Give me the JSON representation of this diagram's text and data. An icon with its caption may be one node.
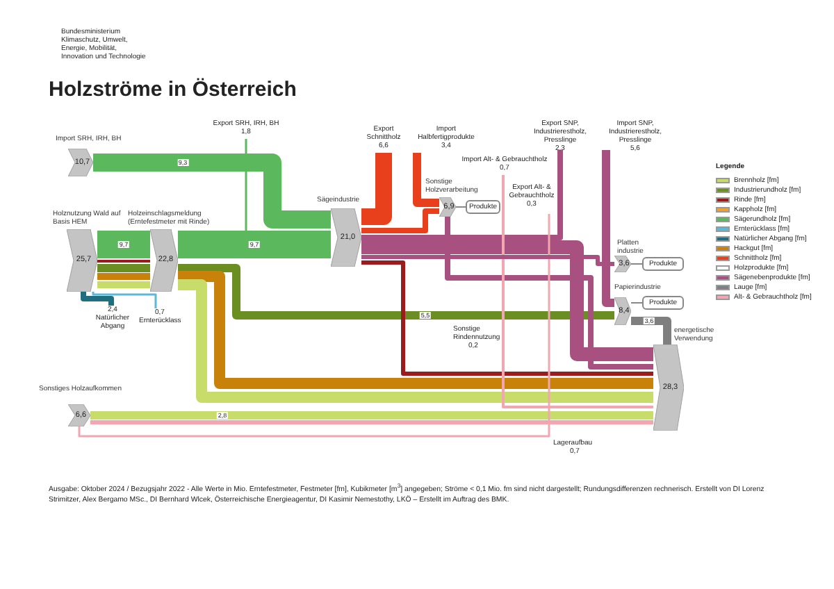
{
  "diagram": {
    "title": "Holzströme in Österreich",
    "caption": "Ausgabe: Oktober 2024 / Bezugsjahr 2022 - Alle Werte in Mio. Erntefestmeter, Festmeter [fm], Kubikmeter [m$^{3}$] angegeben; Ströme < 0,1 Mio. fm sind nicht dargestellt; Rundungsdifferenzen rechnerisch. Erstellt von DI Lorenz Strimitzer, Alex Bergamo MSc., DI Bernhard Wlcek, Österreichische Energieagentur, DI Kasimir Nemestothy, LKÖ – Erstellt im Auftrag des BMK.",
    "nodes": [
      {
        "text": [
          "Import SRH, IRH, BH",
          "10,7"
        ]
      },
      {
        "text": [
          "Export SRH, IRH, BH",
          "1,8"
        ]
      },
      {
        "text": [
          "Holznutzung Wald auf Basis HEM",
          "25,7"
        ]
      },
      {
        "text": [
          "Holzeinschlagsmeldung (Erntefestmeter mit Rinde)",
          "22,8"
        ]
      },
      {
        "text": [
          "2,4",
          "Natürlicher Abgang"
        ]
      },
      {
        "text": [
          "0,7",
          "Ernterücklass"
        ]
      },
      {
        "text": [
          "Sägeindustrie",
          "21,0"
        ]
      },
      {
        "text": [
          "Export Schnittholz",
          "6,6"
        ]
      },
      {
        "text": [
          "Import Halbfertigprodukte",
          "3,4"
        ]
      },
      {
        "text": [
          "Import Alt- & Gebrauchtholz",
          "0,7"
        ]
      },
      {
        "text": [
          "Export Alt- & Gebrauchtholz",
          "0,3"
        ]
      },
      {
        "text": [
          "Sonstige Holzverarbeitung",
          "6,9"
        ]
      },
      {
        "text": [
          "Produkte"
        ]
      },
      {
        "text": [
          "Export SNP, Industrierestholz, Presslinge",
          "2,3"
        ]
      },
      {
        "text": [
          "Import SNP, Industrierestholz, Presslinge",
          "5,6"
        ]
      },
      {
        "text": [
          "Platten industrie",
          "3,6"
        ]
      },
      {
        "text": [
          "Produkte"
        ]
      },
      {
        "text": [
          "Papierindustrie",
          "8,4"
        ]
      },
      {
        "text": [
          "Produkte"
        ]
      },
      {
        "text": [
          "energetische Verwendung",
          "28,3"
        ]
      },
      {
        "text": [
          "Sonstiges Holzaufkommen",
          "6,6"
        ]
      }
    ],
    "edges": [
      {
        "from": 0,
        "to": 6,
        "arrow": "none",
        "label": "9,3",
        "style": "thick",
        "color": "#5cb85c"
      },
      {
        "from": 3,
        "to": 1,
        "arrow": "none",
        "color": "#5cb85c"
      },
      {
        "from": 2,
        "to": 3,
        "arrow": "none",
        "label": "9,7",
        "style": "thick",
        "color": "#5cb85c"
      },
      {
        "from": 2,
        "to": 3,
        "arrow": "none",
        "color": "#9b1c1c"
      },
      {
        "from": 2,
        "to": 3,
        "arrow": "none",
        "color": "#6b8e23"
      },
      {
        "from": 2,
        "to": 3,
        "arrow": "none",
        "color": "#c8820a"
      },
      {
        "from": 2,
        "to": 3,
        "arrow": "none",
        "color": "#c8dc6a"
      },
      {
        "from": 2,
        "to": 4,
        "arrow": "none",
        "color": "#1f6f80"
      },
      {
        "from": 2,
        "to": 5,
        "arrow": "none",
        "color": "#5bb8d8"
      },
      {
        "from": 3,
        "to": 6,
        "arrow": "none",
        "label": "9,7",
        "style": "thick",
        "color": "#5cb85c"
      },
      {
        "from": 3,
        "to": 17,
        "arrow": "none",
        "label": "5,5",
        "color": "#6b8e23"
      },
      {
        "from": 3,
        "to": 19,
        "arrow": "none",
        "style": "thick",
        "color": "#c8820a"
      },
      {
        "from": 3,
        "to": 19,
        "arrow": "none",
        "style": "thick",
        "color": "#c8dc6a"
      },
      {
        "from": 6,
        "to": 7,
        "arrow": "none",
        "style": "thick",
        "color": "#e8401c"
      },
      {
        "from": 6,
        "to": 11,
        "arrow": "none",
        "color": "#e8401c"
      },
      {
        "from": 8,
        "to": 11,
        "arrow": "none",
        "color": "#e8401c"
      },
      {
        "from": 6,
        "to": 19,
        "arrow": "none",
        "style": "thick",
        "color": "#a8507f"
      },
      {
        "from": 11,
        "to": 19,
        "arrow": "none",
        "color": "#a8507f"
      },
      {
        "from": 14,
        "to": 17,
        "arrow": "none",
        "color": "#a8507f"
      },
      {
        "from": 6,
        "to": 13,
        "arrow": "none",
        "color": "#a8507f"
      },
      {
        "from": 6,
        "to": 19,
        "arrow": "none",
        "color": "#9b1c1c"
      },
      {
        "from": 17,
        "to": 19,
        "arrow": "none",
        "label": "3,6",
        "color": "#7f7f7f"
      },
      {
        "from": 9,
        "to": 19,
        "arrow": "none",
        "color": "#f2a7b0"
      },
      {
        "from": 20,
        "to": 19,
        "arrow": "none",
        "label": "2,8",
        "color": "#c8dc6a"
      },
      {
        "from": 20,
        "to": 19,
        "arrow": "none",
        "color": "#f2a7b0"
      },
      {
        "from": 20,
        "to": 10,
        "arrow": "none",
        "color": "#f2a7b0"
      },
      {
        "from": 6,
        "to": 15,
        "arrow": "none",
        "color": "#a8507f"
      },
      {
        "from": 11,
        "to": 12,
        "arrow": "none",
        "color": "#888888"
      },
      {
        "from": 15,
        "to": 16,
        "arrow": "none",
        "color": "#888888"
      },
      {
        "from": 17,
        "to": 18,
        "arrow": "none",
        "color": "#888888"
      }
    ],
    "labels": [
      "Bundesministerium Klimaschutz, Umwelt, Energie, Mobilität, Innovation und Technologie",
      "Sonstige Rindennutzung",
      "0,2",
      "Lageraufbau",
      "0,7",
      "Legende"
    ],
    "legend": [
      {
        "text": "Brennholz [fm]",
        "color": "#c8dc6a"
      },
      {
        "text": "Industrierundholz [fm]",
        "color": "#6b8e23"
      },
      {
        "text": "Rinde [fm]",
        "color": "#9b1c1c"
      },
      {
        "text": "Kappholz [fm]",
        "color": "#f0a030"
      },
      {
        "text": "Sägerundholz [fm]",
        "color": "#5cb85c"
      },
      {
        "text": "Ernterücklass [fm]",
        "color": "#5bb8d8"
      },
      {
        "text": "Natürlicher Abgang [fm]",
        "color": "#1f6f80"
      },
      {
        "text": "Hackgut [fm]",
        "color": "#c8820a"
      },
      {
        "text": "Schnittholz [fm]",
        "color": "#e8401c"
      },
      {
        "text": "Holzprodukte [fm]",
        "color": "#ffffff"
      },
      {
        "text": "Sägenebenprodukte [fm]",
        "color": "#a8507f"
      },
      {
        "text": "Lauge [fm]",
        "color": "#7f7f7f"
      },
      {
        "text": "Alt- & Gebrauchtholz [fm]",
        "color": "#f2a7b0"
      }
    ]
  }
}
